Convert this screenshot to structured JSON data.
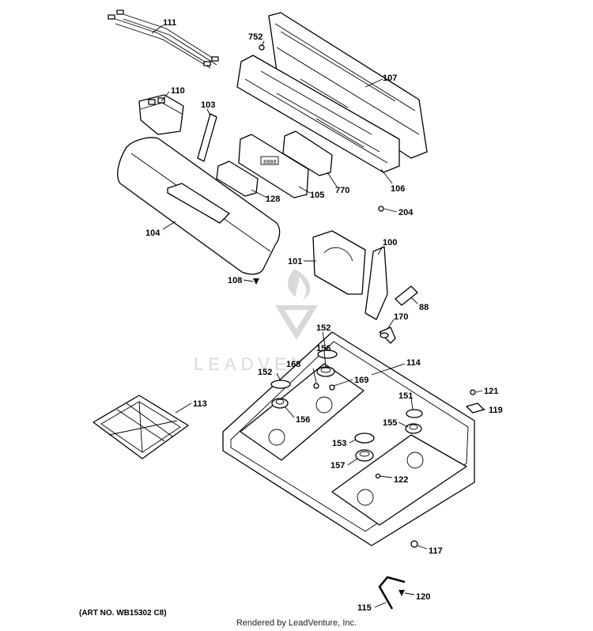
{
  "diagram": {
    "labels": [
      "111",
      "752",
      "107",
      "110",
      "103",
      "106",
      "770",
      "105",
      "128",
      "104",
      "204",
      "100",
      "101",
      "108",
      "88",
      "170",
      "152",
      "156",
      "114",
      "168",
      "169",
      "152",
      "151",
      "121",
      "113",
      "156",
      "155",
      "119",
      "153",
      "157",
      "122",
      "117",
      "120",
      "115"
    ]
  },
  "watermark": "LEADVENTURE",
  "footer": {
    "art_number": "(ART NO. WB15302 C8)",
    "credit": "Rendered by LeadVenture, Inc."
  }
}
